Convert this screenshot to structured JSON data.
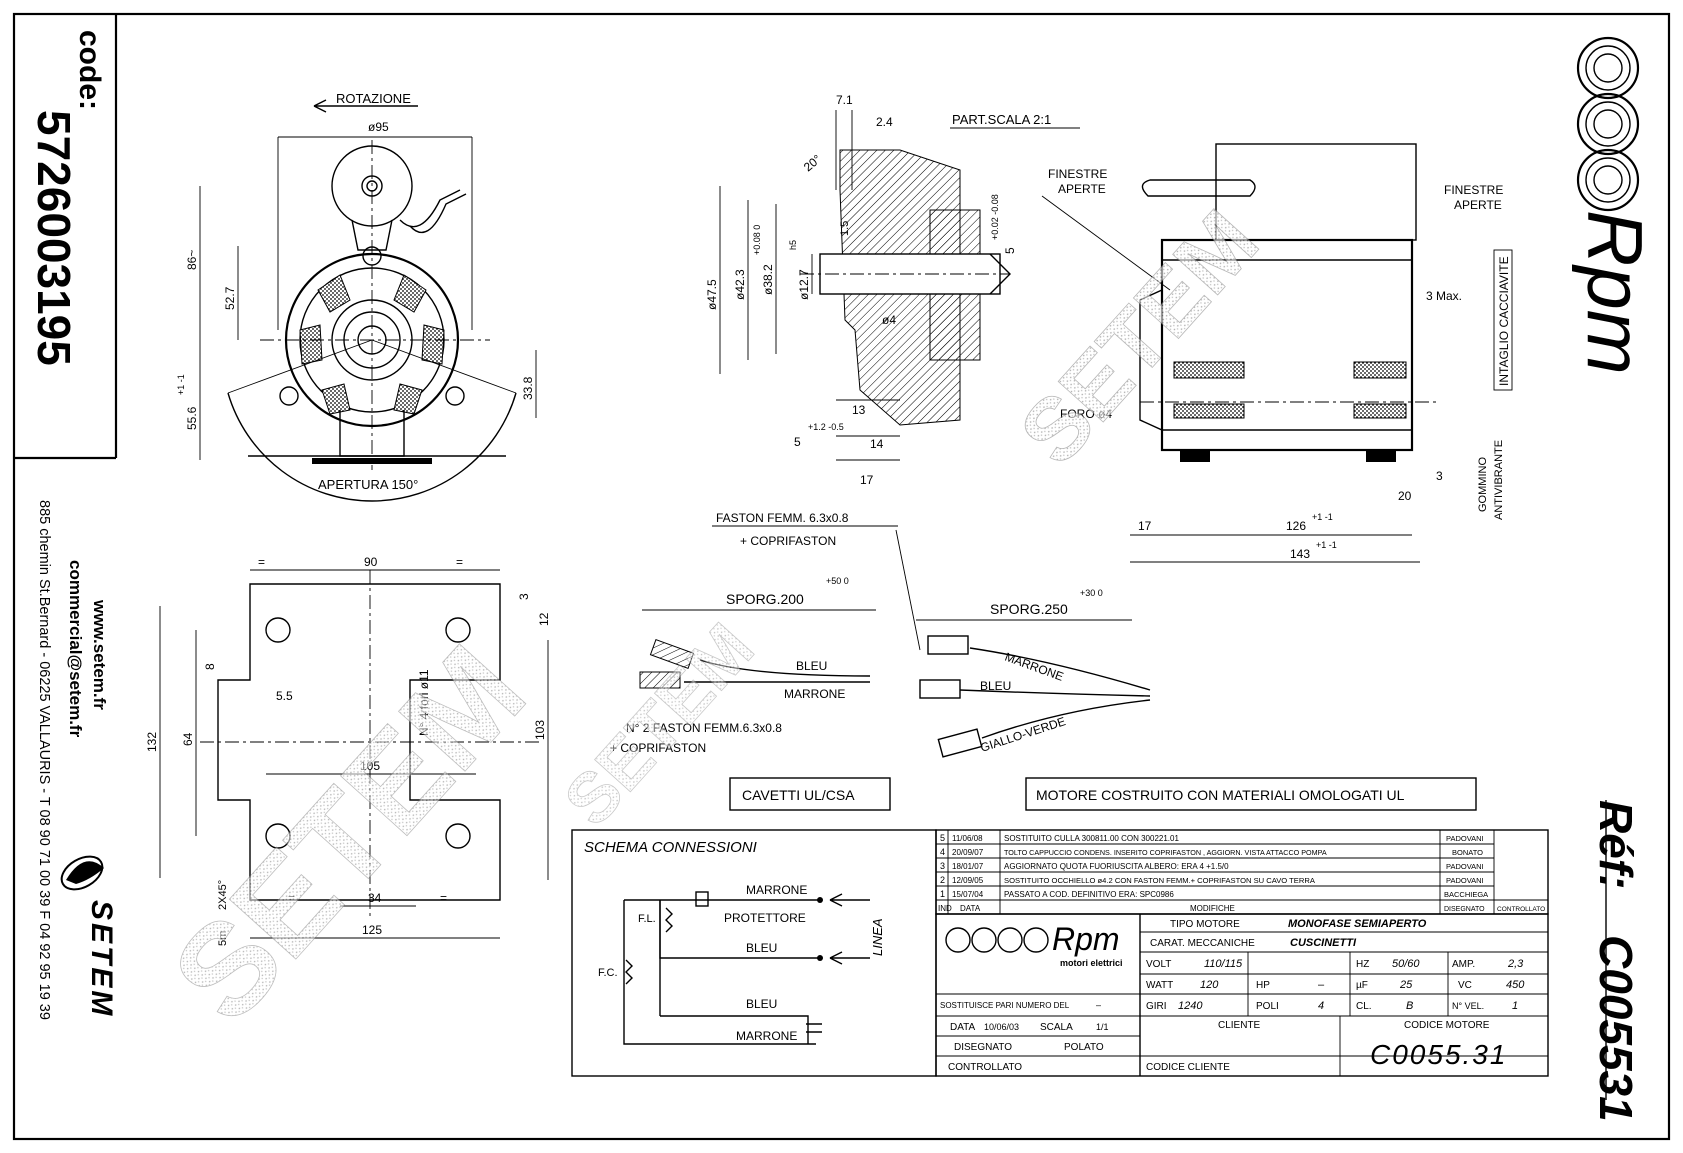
{
  "sidebar_left": {
    "code_label": "code:",
    "code_value": "5726003195",
    "website": "www.setem.fr",
    "email": "commercial@setem.fr",
    "address": "885 chemin St.Bernard - 06225 VALLAURIS - T 08 90 71 00 39  F 04 92 95 19 39",
    "logo_text": "SETEM"
  },
  "sidebar_right": {
    "brand": "Rpm",
    "ref_label": "Réf:",
    "ref_value": "C005531"
  },
  "watermark": "SETEM",
  "front_view": {
    "rotation": "ROTAZIONE",
    "dia95": "ø95",
    "dim86": "86~",
    "dim52_7": "52.7",
    "dim55_6": "55.6",
    "tol55": "+1 -1",
    "dim33_8": "33.8",
    "opening": "APERTURA 150°"
  },
  "detail": {
    "scale": "PART.SCALA 2:1",
    "d7_1": "7.1",
    "d2_4": "2.4",
    "angle20": "20°",
    "d47_5": "ø47.5",
    "d42_3": "ø42.3",
    "d38_2": "ø38.2",
    "tol38": "+0.08 0",
    "d12_7": "ø12.7",
    "tol12": "h5",
    "d5": "5",
    "tol5": "+0.02 -0.08",
    "d4": "ø4",
    "d1_5": "1.5",
    "d5b": "5",
    "tol5b": "+1.2 -0.5",
    "d13": "13",
    "d14": "14",
    "d17": "17"
  },
  "side_view": {
    "windows_left_1": "FINESTRE",
    "windows_left_2": "APERTE",
    "windows_right_1": "FINESTRE",
    "windows_right_2": "APERTE",
    "hole": "FORO ø4",
    "max": "3 Max.",
    "slot": "INTAGLIO CACCIAVITE",
    "rubber_1": "GOMMINO",
    "rubber_2": "ANTIVIBRANTE",
    "d3": "3",
    "d20": "20",
    "d17": "17",
    "d126": "126",
    "tol126": "+1 -1",
    "d143": "143",
    "tol143": "+1 -1"
  },
  "base_view": {
    "eq": "=",
    "d90": "90",
    "d3": "3",
    "d12": "12",
    "d8": "8",
    "d5_5": "5.5",
    "holes": "N° 4 fori ø11",
    "d132": "132",
    "d64": "64",
    "d103": "103",
    "d105": "105",
    "d2x45": "2X45°",
    "d34": "34",
    "d125": "125",
    "d5m": "5m"
  },
  "wires": {
    "faston_1": "FASTON FEMM. 6.3x0.8",
    "faston_2": "+ COPRIFASTON",
    "sporg200": "SPORG.200",
    "tol200": "+50 0",
    "sporg250": "SPORG.250",
    "tol250": "+30 0",
    "bleu": "BLEU",
    "marrone": "MARRONE",
    "faston2_1": "N° 2 FASTON FEMM.6.3x0.8",
    "faston2_2": "+ COPRIFASTON",
    "bleu2": "BLEU",
    "marrone2": "MARRONE",
    "gv": "GIALLO-VERDE",
    "cavetti": "CAVETTI UL/CSA",
    "motore_ul": "MOTORE COSTRUITO CON MATERIALI OMOLOGATI UL"
  },
  "schema": {
    "title": "SCHEMA CONNESSIONI",
    "marrone": "MARRONE",
    "protettore": "PROTETTORE",
    "bleu": "BLEU",
    "bleu2": "BLEU",
    "marrone2": "MARRONE",
    "linea": "LINEA",
    "fl": "F.L.",
    "fc": "F.C."
  },
  "revisions": [
    {
      "n": "5",
      "date": "11/06/08",
      "text": "SOSTITUITO CULLA  300811.00 CON 300221.01",
      "who": "PADOVANI"
    },
    {
      "n": "4",
      "date": "20/09/07",
      "text": "TOLTO CAPPUCCIO CONDENS. INSERITO COPRIFASTON , AGGIORN. VISTA ATTACCO POMPA",
      "who": "BONATO"
    },
    {
      "n": "3",
      "date": "18/01/07",
      "text": "AGGIORNATO QUOTA FUORIUSCITA ALBERO: ERA 4 +1.5/0",
      "who": "PADOVANI"
    },
    {
      "n": "2",
      "date": "12/09/05",
      "text": "SOSTITUITO OCCHIELLO ø4.2 CON FASTON FEMM.+ COPRIFASTON SU CAVO TERRA",
      "who": "PADOVANI"
    },
    {
      "n": "1",
      "date": "15/07/04",
      "text": "PASSATO A COD. DEFINITIVO ERA: SPC0986",
      "who": "BACCHIEGA"
    }
  ],
  "rev_header": {
    "ind": "IND",
    "data": "DATA",
    "mod": "MODIFICHE",
    "dis": "DISEGNATO",
    "con": "CONTROLLATO"
  },
  "title_block": {
    "logo": "Rpm",
    "logo_sub": "motori elettrici",
    "tipo_label": "TIPO MOTORE",
    "tipo_value": "MONOFASE SEMIAPERTO",
    "car_label": "CARAT. MECCANICHE",
    "car_value": "CUSCINETTI",
    "volt_label": "VOLT",
    "volt_value": "110/115",
    "hz_label": "HZ",
    "hz_value": "50/60",
    "amp_label": "AMP.",
    "amp_value": "2,3",
    "watt_label": "WATT",
    "watt_value": "120",
    "hp_label": "HP",
    "hp_value": "–",
    "uf_label": "µF",
    "uf_value": "25",
    "vc_label": "VC",
    "vc_value": "450",
    "giri_label": "GIRI",
    "giri_value": "1240",
    "poli_label": "POLI",
    "poli_value": "4",
    "cl_label": "CL.",
    "cl_value": "B",
    "vel_label": "N° VEL.",
    "vel_value": "1",
    "sost_label": "SOSTITUISCE PARI NUMERO DEL",
    "sost_value": "–",
    "data_label": "DATA",
    "data_value": "10/06/03",
    "scala_label": "SCALA",
    "scala_value": "1/1",
    "dis_label": "DISEGNATO",
    "dis_value": "POLATO",
    "contr_label": "CONTROLLATO",
    "cliente_label": "CLIENTE",
    "codcli_label": "CODICE CLIENTE",
    "codmot_label": "CODICE MOTORE",
    "codmot_value": "C0055.31"
  }
}
